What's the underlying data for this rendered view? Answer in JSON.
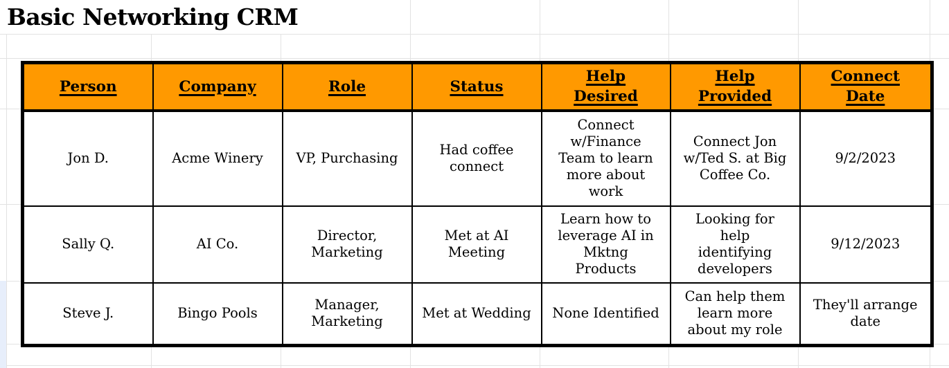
{
  "title": "Basic Networking CRM",
  "colors": {
    "header_bg": "#ff9900",
    "border": "#000000",
    "gridline": "#e2e2e2",
    "text": "#000000",
    "selection_tint": "#e7eefb"
  },
  "table": {
    "columns": [
      "Person",
      "Company",
      "Role",
      "Status",
      "Help\nDesired",
      "Help\nProvided",
      "Connect\nDate"
    ],
    "rows": [
      {
        "cells": [
          "Jon D.",
          "Acme Winery",
          "VP, Purchasing",
          "Had coffee\nconnect",
          "Connect\nw/Finance\nTeam to learn\nmore about\nwork",
          "Connect Jon\nw/Ted S. at Big\nCoffee Co.",
          "9/2/2023"
        ]
      },
      {
        "cells": [
          "Sally Q.",
          "AI Co.",
          "Director,\nMarketing",
          "Met at AI\nMeeting",
          "Learn how to\nleverage AI in\nMktng\nProducts",
          "Looking for\nhelp\nidentifying\ndevelopers",
          "9/12/2023"
        ]
      },
      {
        "cells": [
          "Steve J.",
          "Bingo Pools",
          "Manager,\nMarketing",
          "Met at Wedding",
          "None Identified",
          "Can help them\nlearn more\nabout my role",
          "They'll arrange\ndate"
        ]
      }
    ]
  }
}
